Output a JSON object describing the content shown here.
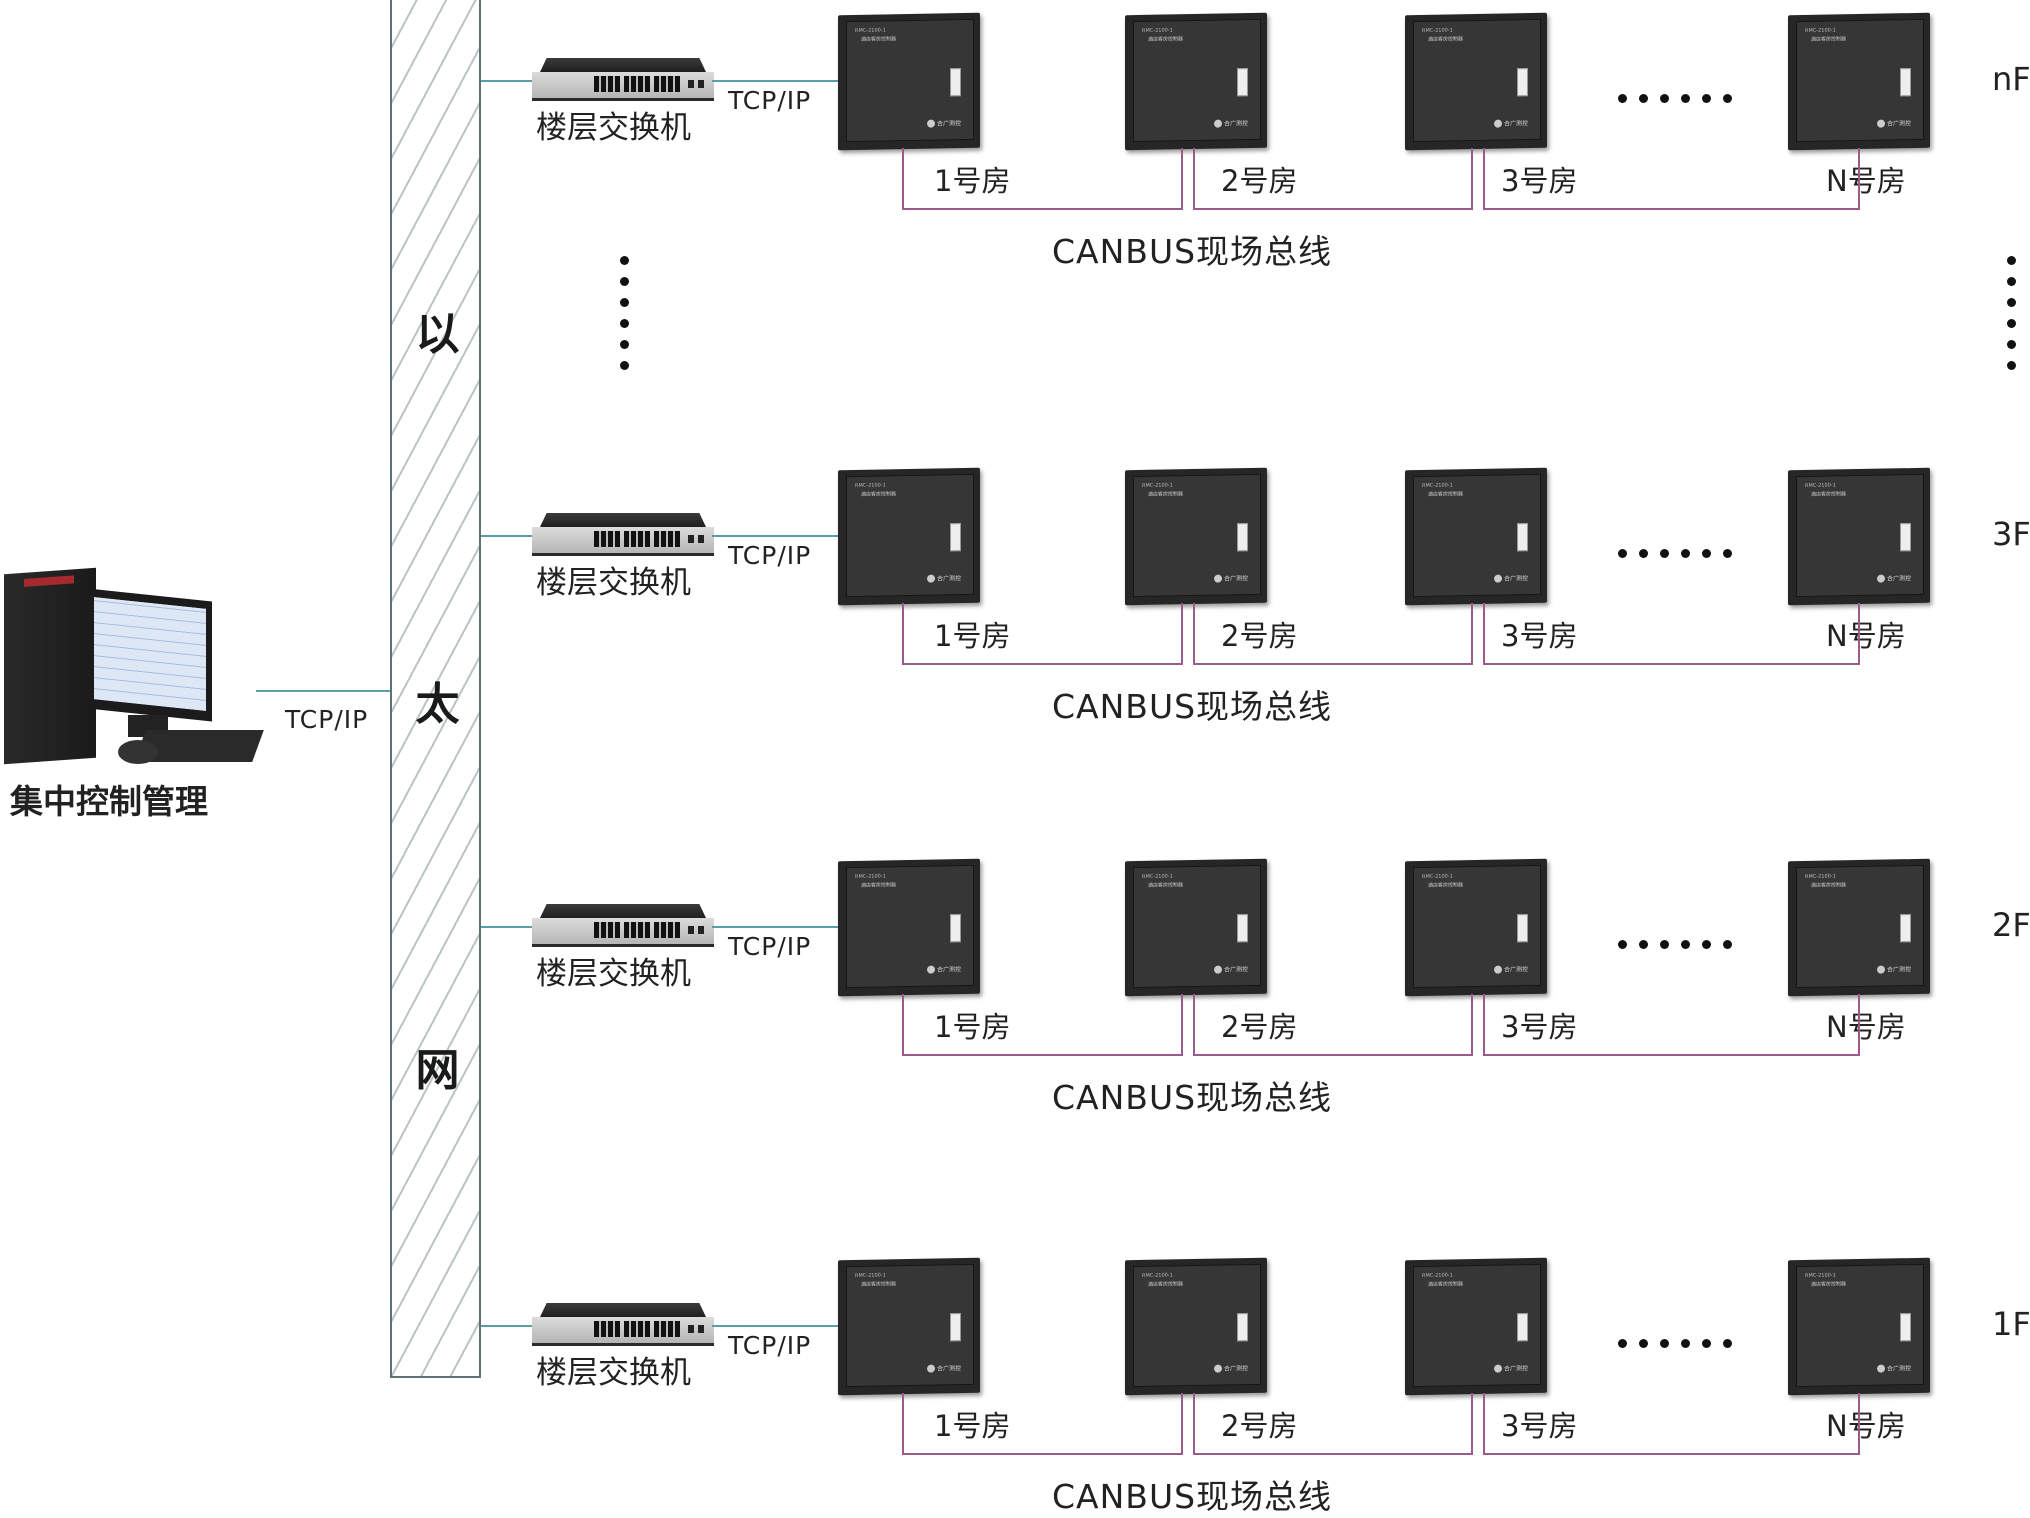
{
  "diagram": {
    "backbone_label": [
      "以",
      "太",
      "网"
    ],
    "central": {
      "label": "集中控制管理",
      "link_label": "TCP/IP",
      "icon": "desktop-computer"
    },
    "colors": {
      "network_line": "#5c9ea5",
      "bus_line": "#9a5b8a",
      "backbone_border": "#5b7473"
    },
    "floors": [
      {
        "floor_label": "nF",
        "switch_label": "楼层交换机",
        "link_label": "TCP/IP",
        "rooms": [
          "1号房",
          "2号房",
          "3号房",
          "N号房"
        ],
        "ellipsis": "······",
        "bus_label": "CANBUS现场总线"
      },
      {
        "floor_label": "3F",
        "switch_label": "楼层交换机",
        "link_label": "TCP/IP",
        "rooms": [
          "1号房",
          "2号房",
          "3号房",
          "N号房"
        ],
        "ellipsis": "······",
        "bus_label": "CANBUS现场总线"
      },
      {
        "floor_label": "2F",
        "switch_label": "楼层交换机",
        "link_label": "TCP/IP",
        "rooms": [
          "1号房",
          "2号房",
          "3号房",
          "N号房"
        ],
        "ellipsis": "······",
        "bus_label": "CANBUS现场总线"
      },
      {
        "floor_label": "1F",
        "switch_label": "楼层交换机",
        "link_label": "TCP/IP",
        "rooms": [
          "1号房",
          "2号房",
          "3号房",
          "N号房"
        ],
        "ellipsis": "······",
        "bus_label": "CANBUS现场总线"
      }
    ],
    "vertical_ellipsis": "⋮"
  }
}
